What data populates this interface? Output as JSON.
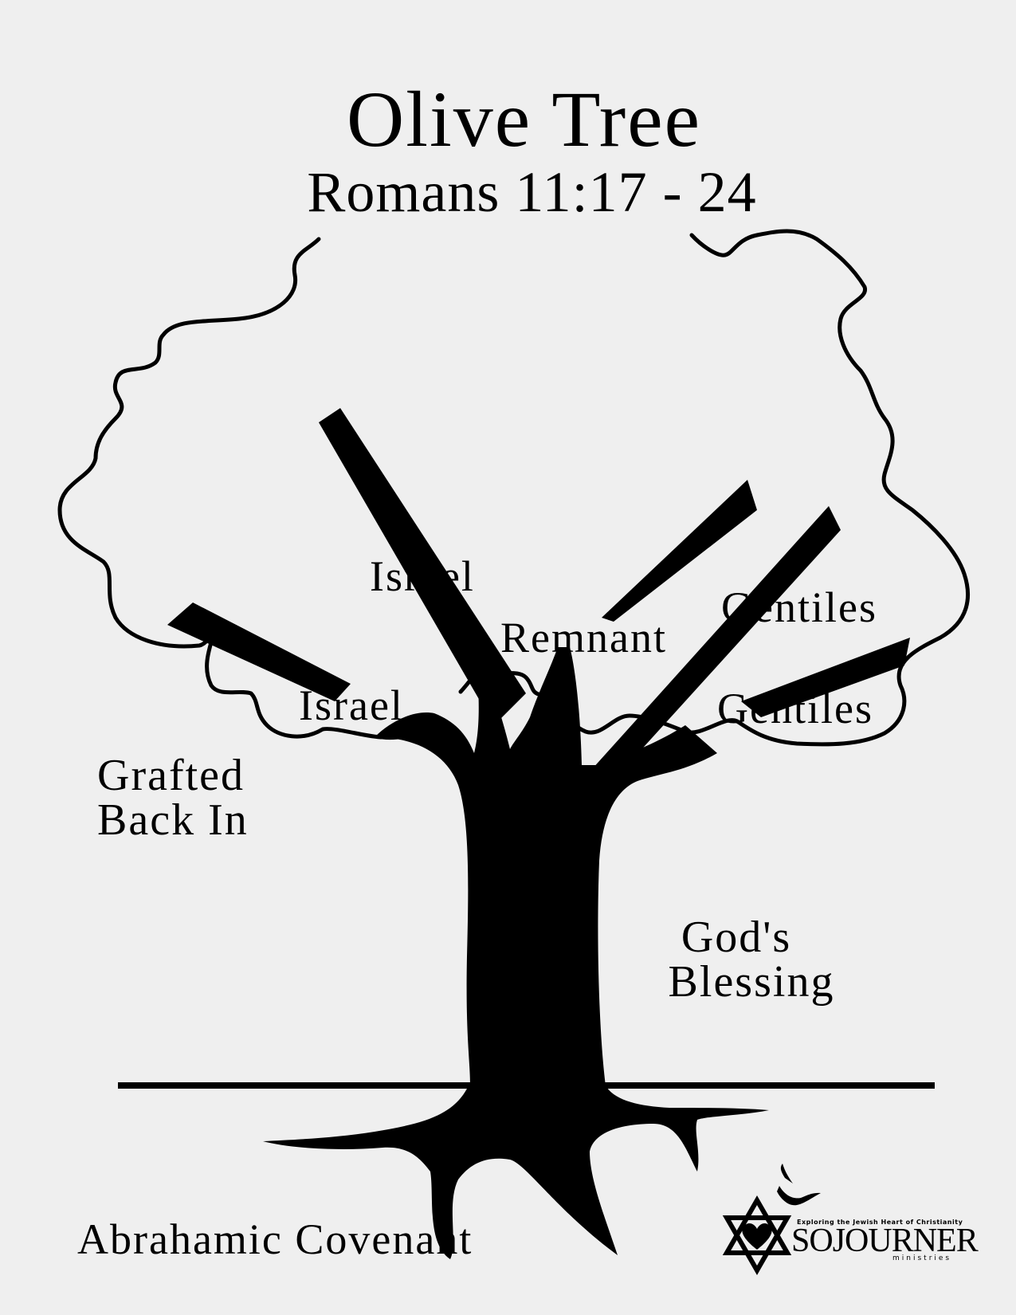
{
  "title": "Olive Tree",
  "subtitle": "Romans 11:17 - 24",
  "labels": {
    "israel_top": "Israel",
    "israel_lower": "Israel",
    "remnant": "Remnant",
    "gentiles_top": "Gentiles",
    "gentiles_lower": "Gentiles",
    "grafted_line1": "Grafted",
    "grafted_line2": "Back In",
    "blessing_line1": "God's",
    "blessing_line2": "Blessing",
    "covenant": "Abrahamic Covenant"
  },
  "logo": {
    "tagline": "Exploring the Jewish Heart of Christianity",
    "name": "SOJOURNER",
    "sub": "ministries"
  },
  "colors": {
    "background": "#efefef",
    "ink": "#000000"
  }
}
